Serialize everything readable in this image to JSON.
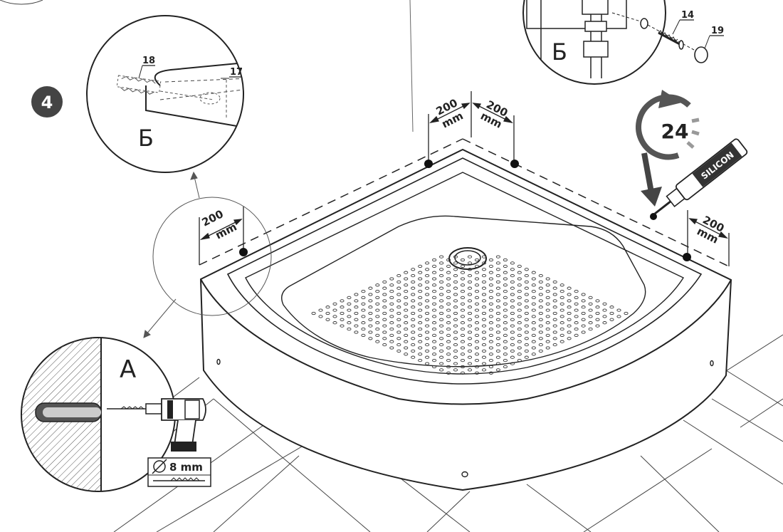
{
  "step": {
    "number": "4"
  },
  "dimensions": {
    "left_value": "200",
    "left_unit": "mm",
    "back_left_value": "200",
    "back_left_unit": "mm",
    "back_right_value": "200",
    "back_right_unit": "mm",
    "right_value": "200",
    "right_unit": "mm"
  },
  "detail_left": {
    "view_label": "Б",
    "part_a": "18",
    "part_b": "17"
  },
  "detail_top": {
    "view_label": "Б",
    "part_a": "14",
    "part_b": "19"
  },
  "detail_wall": {
    "view_label": "A",
    "drill_size": "8 mm"
  },
  "cure": {
    "hours": "24",
    "sealant_label": "SILICON"
  },
  "icons": [
    "drill-icon",
    "drill-bit-icon",
    "rotate-clock-icon",
    "silicone-tube-icon",
    "diameter-icon"
  ]
}
